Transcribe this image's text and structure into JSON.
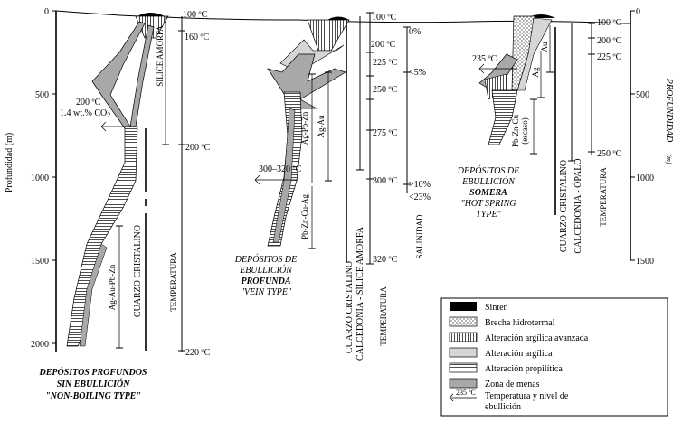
{
  "left_axis": {
    "label": "Profundidad (m)",
    "ticks": [
      "0",
      "500",
      "1000",
      "1500",
      "2000"
    ]
  },
  "right_axis": {
    "label": "PROFUNDIDAD",
    "unit": "(m)",
    "ticks": [
      "0",
      "500",
      "1000",
      "1500"
    ]
  },
  "section_a": {
    "title_lines": [
      "DEPÓSITOS PROFUNDOS",
      "SIN EBULLICIÓN",
      "\"NON-BOILING TYPE\""
    ],
    "ore_label": "Ag-Au-Pb-Zn",
    "quartz_label": "CUARZO CRISTALINO",
    "silica_label": "SÍLICE AMORFA",
    "temp_axis_label": "TEMPERATURA",
    "boil_temp": "200 ºC",
    "co2_label": "1.4 wt.% CO",
    "co2_sub": "2",
    "temps": [
      "100 ºC",
      "160 ºC",
      "200 ºC",
      "220 ºC"
    ]
  },
  "section_b": {
    "title_lines": [
      "DEPÓSITOS DE",
      "EBULLICIÓN",
      "PROFUNDA",
      "\"VEIN TYPE\""
    ],
    "boil_temp": "300–320 ºC",
    "ore1": "Ag-Pb-Zn",
    "ore2": "Ag-Au",
    "ore3": "Pb-Zn-Cu-Ag",
    "mineral_label1": "CUARZO CRISTALINO",
    "mineral_label2": "CALCEDONIA - SÍLICE AMORFA",
    "temp_axis_label": "TEMPERATURA",
    "temps": [
      "100 ºC",
      "200 ºC",
      "225 ºC",
      "250 ºC",
      "275 ºC",
      "300 ºC",
      "320 ºC"
    ],
    "salinity_label": "SALINIDAD",
    "salinity": [
      "0%",
      "<5%",
      ">10%",
      "<23%"
    ]
  },
  "section_c": {
    "title_lines": [
      "DEPÓSITOS DE",
      "EBULLICIÓN",
      "SOMERA",
      "\"HOT SPRING",
      "TYPE\""
    ],
    "boil_temp": "235 ºC",
    "ore1": "Au",
    "ore2": "Ag",
    "ore3": "Pb-Zn-Cu",
    "ore3_sub": "(escaso)",
    "mineral_label1": "CUARZO CRISTALINO",
    "mineral_label2": "CALCEDONIA - ÓPALO",
    "temp_axis_label": "TEMPERATURA",
    "temps": [
      "100 ºC",
      "200 ºC",
      "225 ºC",
      "250 ºC"
    ]
  },
  "legend": {
    "items": [
      {
        "label": "Sinter",
        "pattern": "solid-black"
      },
      {
        "label": "Brecha hidrotermal",
        "pattern": "dots"
      },
      {
        "label": "Alteración argílica avanzada",
        "pattern": "vertical-lines"
      },
      {
        "label": "Alteración argílica",
        "pattern": "light-gray"
      },
      {
        "label": "Alteración propilítica",
        "pattern": "horizontal-lines"
      },
      {
        "label": "Zona de menas",
        "pattern": "gray"
      }
    ],
    "boil_symbol_temp": "235 ºC",
    "boil_label_lines": [
      "Temperatura y nivel de",
      "ebullición"
    ]
  },
  "colors": {
    "ink": "#000000",
    "ore_gray": "#a8a8a8",
    "argillic_light": "#d6d6d6",
    "paper": "#ffffff"
  }
}
